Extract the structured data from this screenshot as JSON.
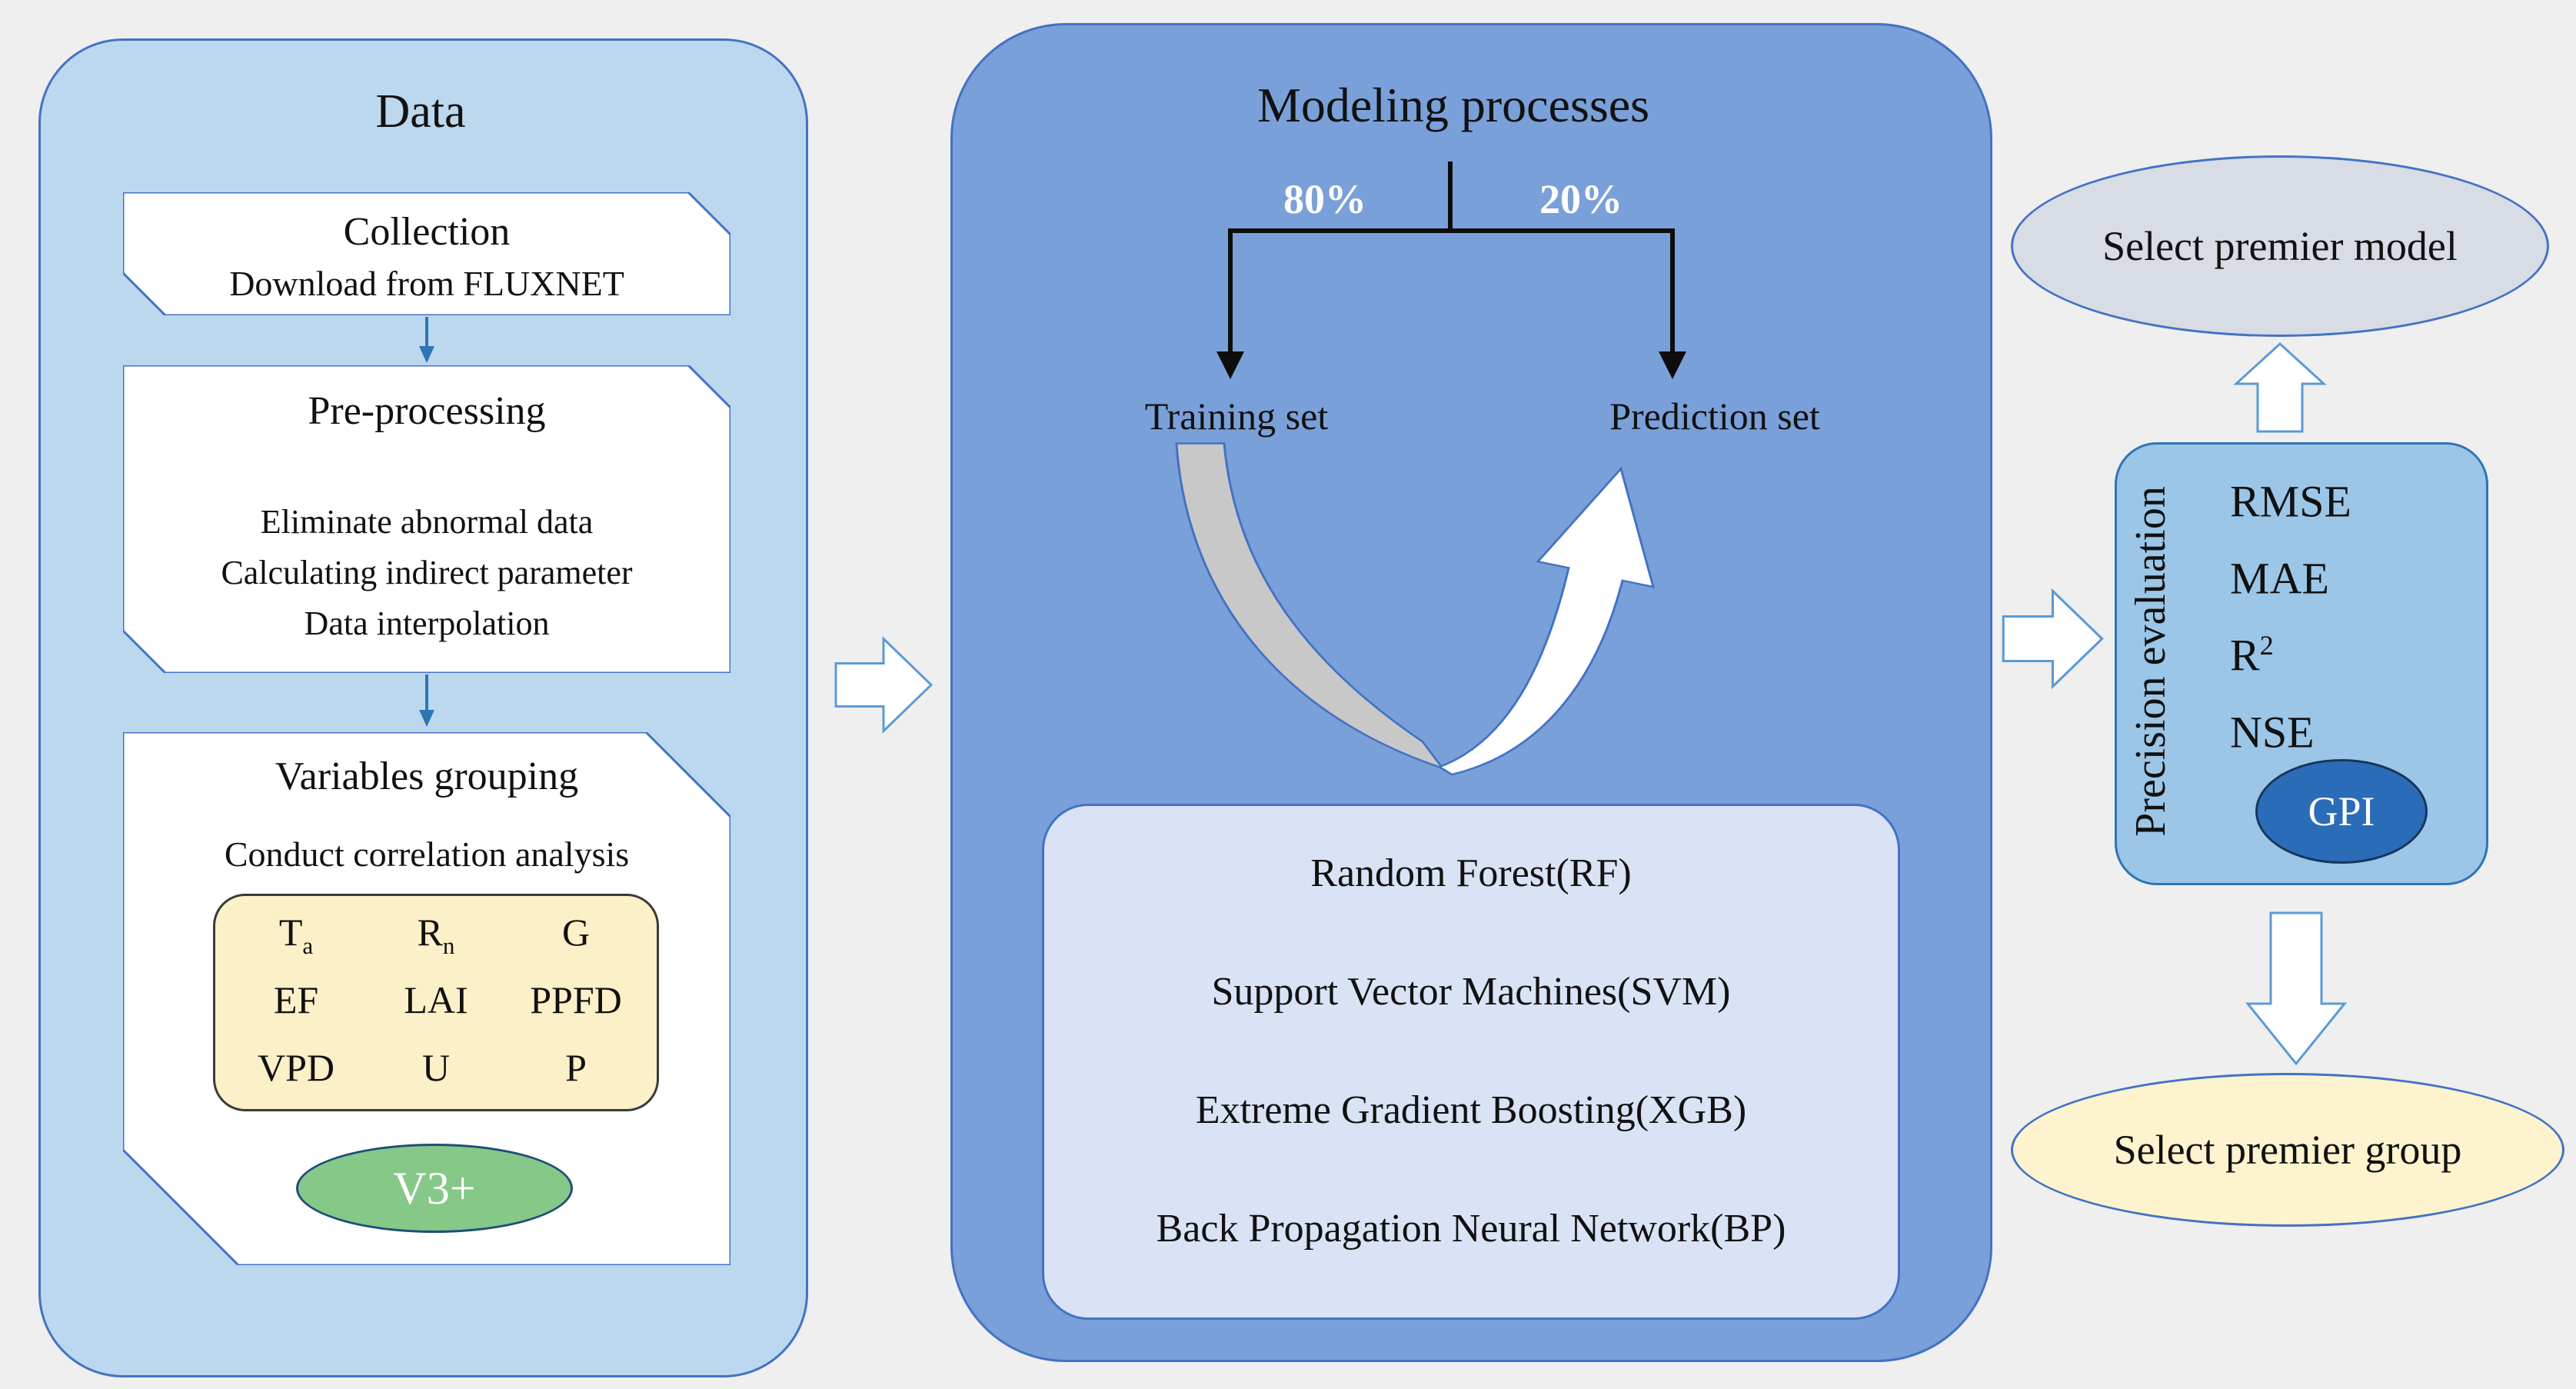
{
  "left_panel": {
    "title": "Data",
    "collection": {
      "title": "Collection",
      "subtitle": "Download from FLUXNET"
    },
    "preprocessing": {
      "title": "Pre-processing",
      "lines": [
        "Eliminate abnormal data",
        "Calculating indirect parameter",
        "Data interpolation"
      ]
    },
    "variables": {
      "title": "Variables grouping",
      "subtitle": "Conduct correlation analysis",
      "grid": [
        {
          "base": "T",
          "sub": "a"
        },
        {
          "base": "R",
          "sub": "n"
        },
        {
          "base": "G",
          "sub": ""
        },
        {
          "base": "EF",
          "sub": ""
        },
        {
          "base": "LAI",
          "sub": ""
        },
        {
          "base": "PPFD",
          "sub": ""
        },
        {
          "base": "VPD",
          "sub": ""
        },
        {
          "base": "U",
          "sub": ""
        },
        {
          "base": "P",
          "sub": ""
        }
      ],
      "badge": "V3+"
    }
  },
  "middle_panel": {
    "title": "Modeling processes",
    "split_left": "80%",
    "split_right": "20%",
    "training_label": "Training  set",
    "prediction_label": "Prediction set",
    "models": [
      "Random Forest(RF)",
      "Support Vector Machines(SVM)",
      "Extreme Gradient Boosting(XGB)",
      "Back Propagation Neural Network(BP)"
    ]
  },
  "right_column": {
    "premier_model_label": "Select premier model",
    "evaluation": {
      "rotated_label": "Precision evaluation",
      "metrics": [
        {
          "base": "RMSE",
          "sup": ""
        },
        {
          "base": "MAE",
          "sup": ""
        },
        {
          "base": "R",
          "sup": "2"
        },
        {
          "base": "NSE",
          "sup": ""
        }
      ],
      "badge": "GPI"
    },
    "premier_group_label": "Select premier group"
  },
  "colors": {
    "background": "#efefef",
    "left_panel_fill": "#BCD8EE",
    "middle_panel_fill": "#7AA0D9",
    "panel_border": "#4472C4",
    "models_box_fill": "#D9E3F5",
    "evaluation_box_fill": "#9CC6E7",
    "gpi_fill": "#2B6CB8",
    "variables_box_fill": "#FCF0C8",
    "green_badge_fill": "#85C887",
    "premier_model_fill": "#D7DCE5",
    "premier_group_fill": "#FDF3CF",
    "connector_blue": "#2E75B6",
    "tree_black": "#0d0d0d",
    "curve_gray": "#C8C8C8"
  }
}
